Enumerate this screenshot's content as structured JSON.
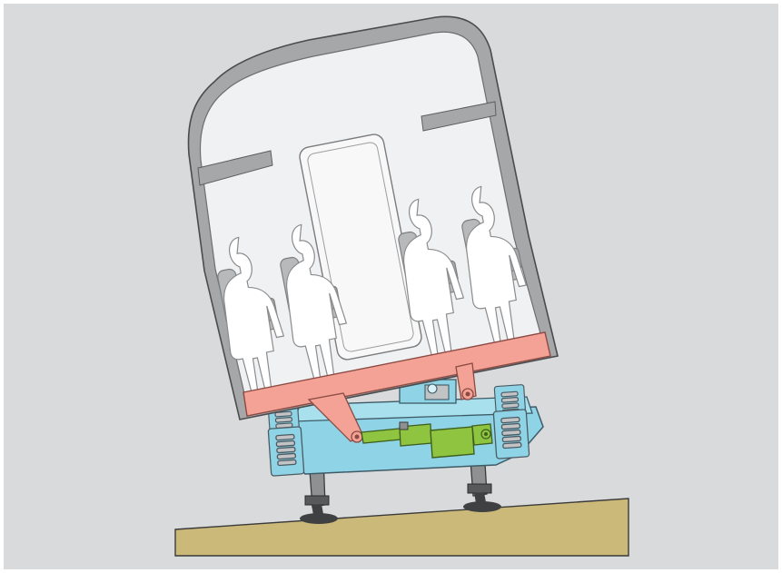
{
  "diagram": {
    "subject": "tilting-train-carriage-cross-section",
    "passenger_count": 4,
    "colors": {
      "background": "#d9dadb",
      "page": "#ffffff",
      "body_shell": "#a6a7a9",
      "body_outline": "#6d6e70",
      "interior": "#f0f1f2",
      "passenger": "#ffffff",
      "seat": "#b8b9bb",
      "floor_beam": "#f4a296",
      "bogie_frame": "#8fd4e6",
      "actuator": "#8fc440",
      "spring": "#c2c3c5",
      "wheel_leg": "#8f9092",
      "ground": "#cbb97a"
    },
    "icons": [
      "passenger-figure",
      "seat",
      "coil-spring",
      "hydraulic-actuator",
      "wheel"
    ]
  }
}
